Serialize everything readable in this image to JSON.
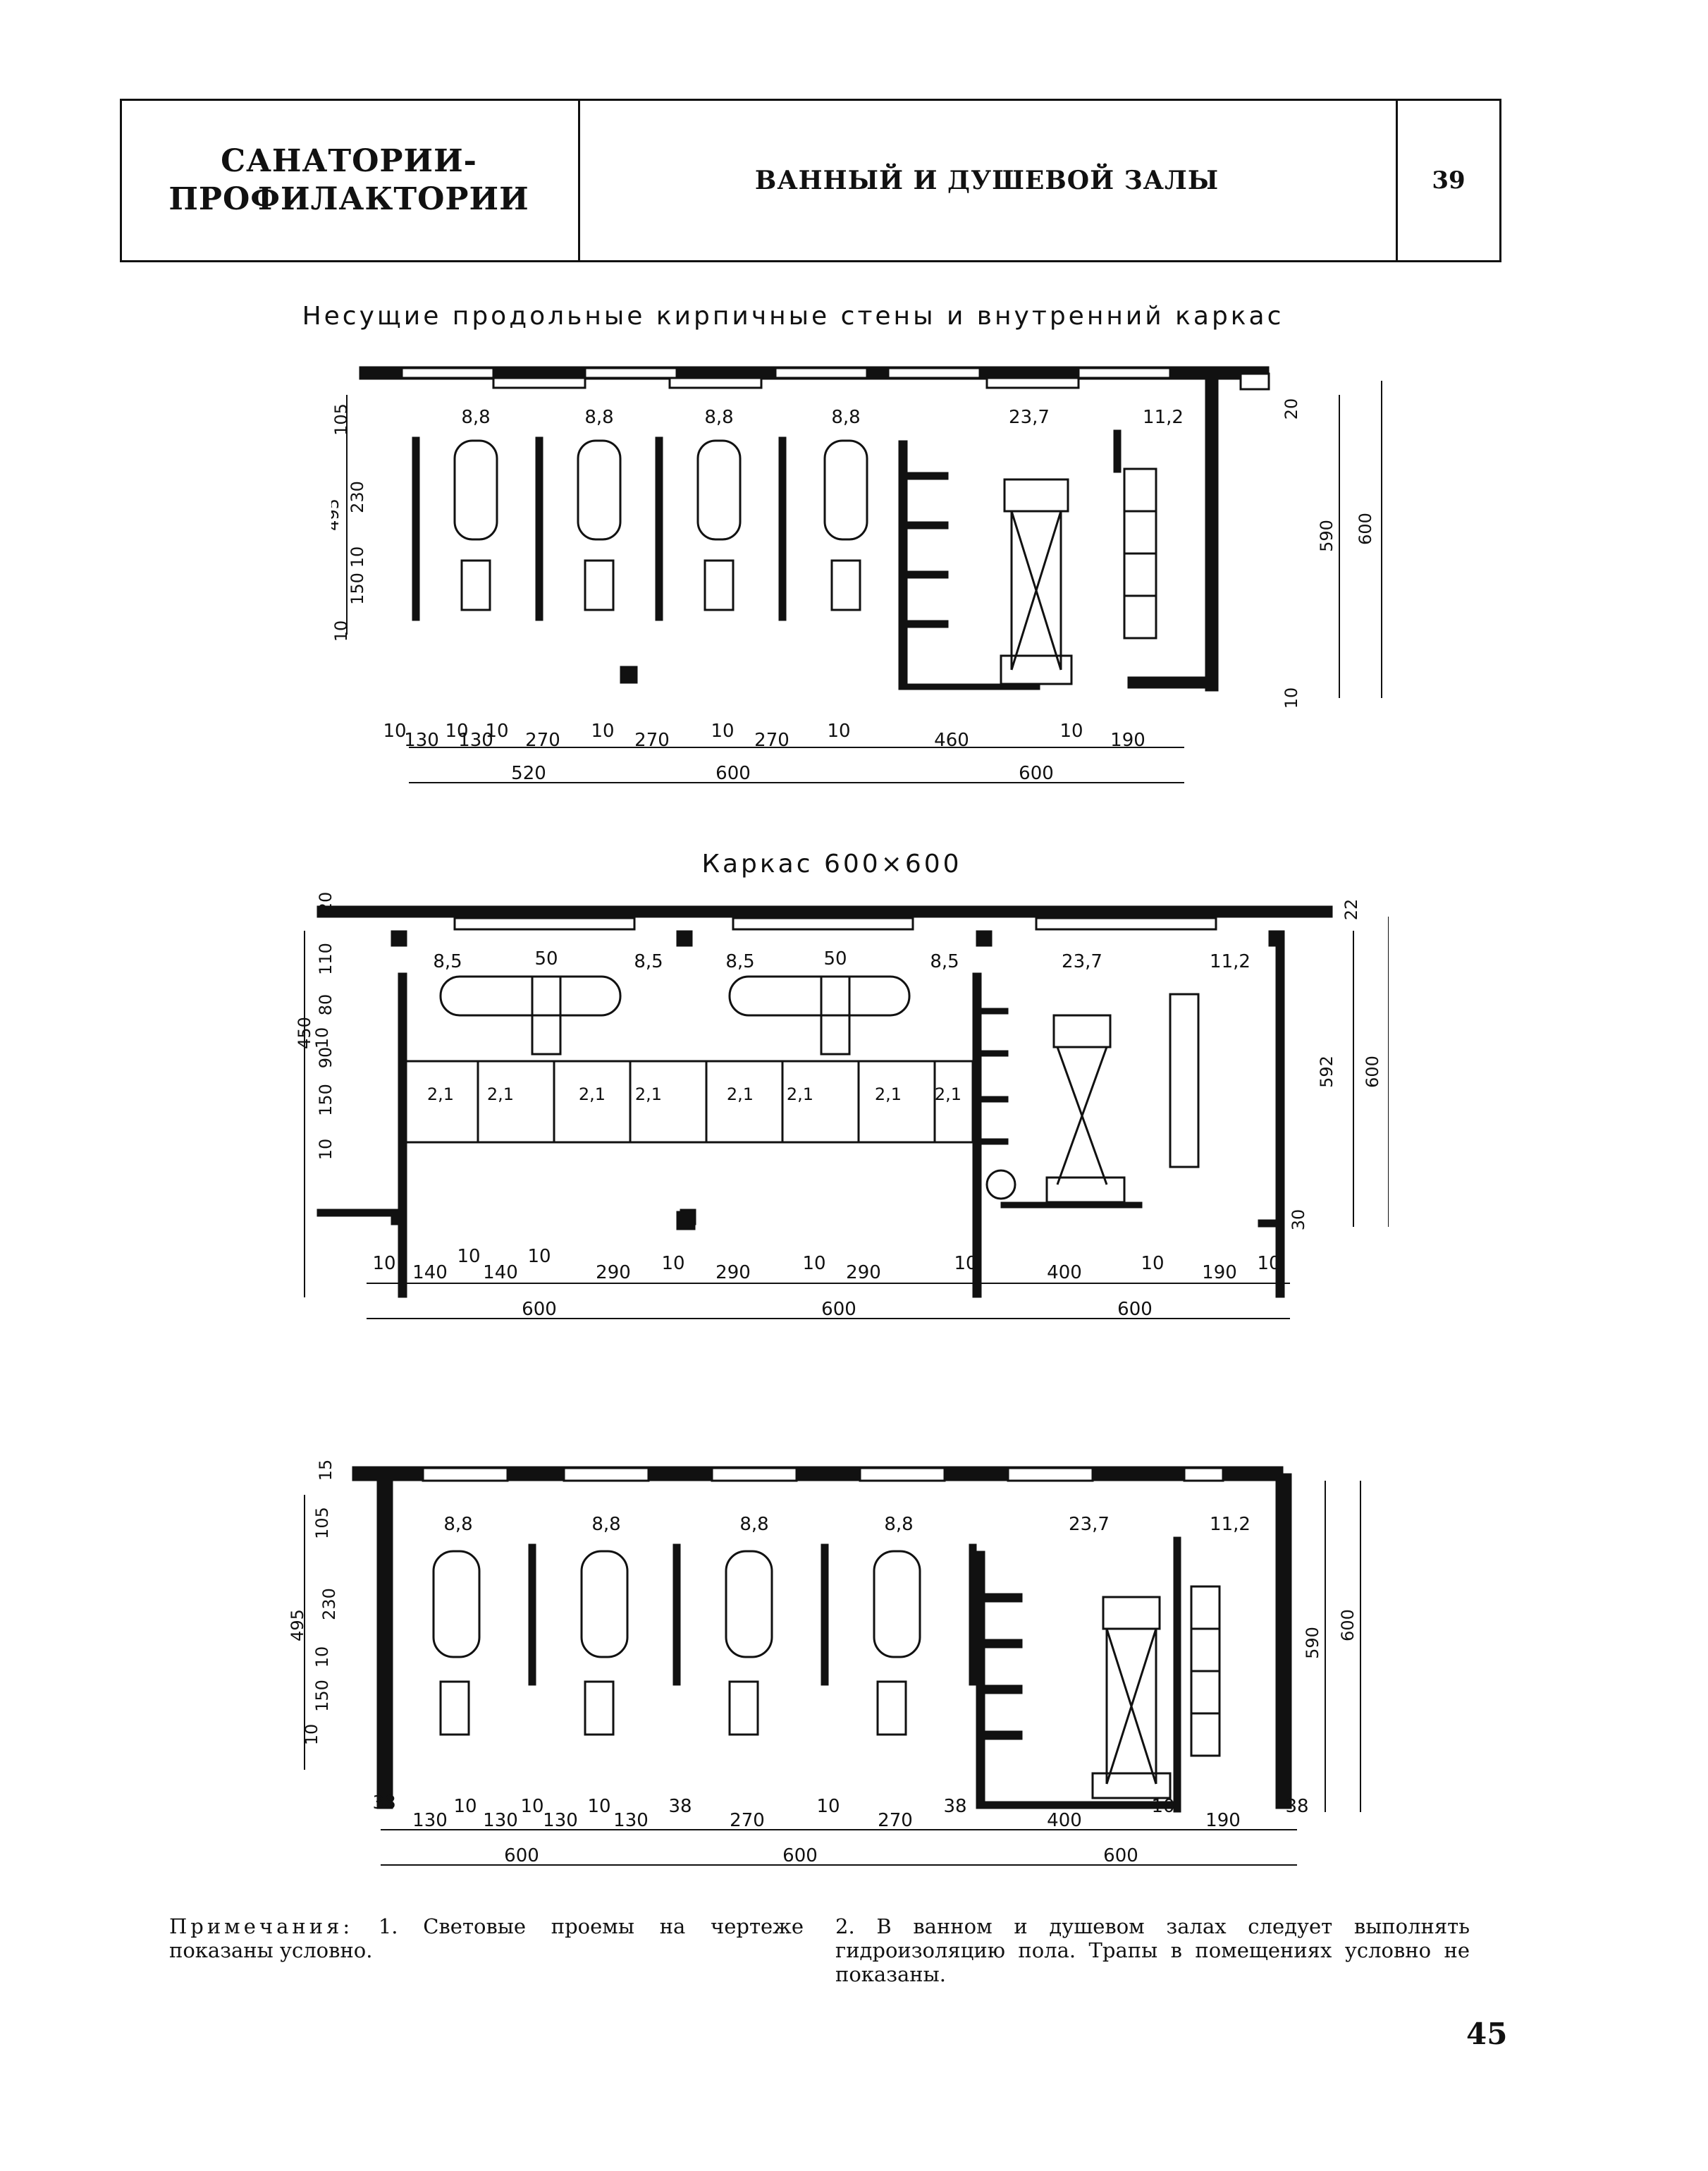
{
  "header": {
    "section": "САНАТОРИИ-\nПРОФИЛАКТОРИИ",
    "topic": "ВАННЫЙ И ДУШЕВОЙ ЗАЛЫ",
    "sheet_number": "39"
  },
  "plan1": {
    "title": "Несущие продольные кирпичные стены и внутренний каркас",
    "room_areas": [
      "8,8",
      "8,8",
      "8,8",
      "8,8",
      "23,7",
      "11,2"
    ],
    "left_dims": [
      "105",
      "230",
      "495",
      "10",
      "150",
      "10"
    ],
    "right_dims": [
      "20",
      "590",
      "600",
      "10"
    ],
    "bottom_dims_row1": [
      "10",
      "130",
      "10",
      "130",
      "10",
      "270",
      "10",
      "270",
      "10",
      "270",
      "10",
      "460",
      "10",
      "190"
    ],
    "bottom_dims_row2": [
      "520",
      "600",
      "600"
    ]
  },
  "plan2": {
    "title": "Каркас 600×600",
    "room_areas": [
      "8,5",
      "50",
      "8,5",
      "8,5",
      "50",
      "8,5",
      "23,7",
      "11,2"
    ],
    "cabin_areas": [
      "2,1",
      "2,1",
      "2,1",
      "2,1",
      "2,1",
      "2,1",
      "2,1",
      "2,1"
    ],
    "left_dims": [
      "20",
      "110",
      "80",
      "450",
      "10",
      "90",
      "150",
      "10"
    ],
    "right_dims": [
      "22",
      "592",
      "600",
      "30"
    ],
    "bottom_dims_row1": [
      "10",
      "140",
      "10",
      "140",
      "10",
      "290",
      "10",
      "290",
      "10",
      "290",
      "10",
      "400",
      "10",
      "190",
      "10"
    ],
    "bottom_dims_row2": [
      "600",
      "600",
      "600"
    ]
  },
  "plan3": {
    "room_areas": [
      "8,8",
      "8,8",
      "8,8",
      "8,8",
      "23,7",
      "11,2"
    ],
    "left_dims": [
      "15",
      "105",
      "230",
      "495",
      "10",
      "150",
      "10"
    ],
    "right_dims": [
      "590",
      "600"
    ],
    "bottom_dims_row1": [
      "38",
      "130",
      "10",
      "130",
      "10",
      "130",
      "10",
      "130",
      "38",
      "270",
      "10",
      "270",
      "38",
      "400",
      "10",
      "190",
      "38"
    ],
    "bottom_dims_row2": [
      "600",
      "600",
      "600"
    ]
  },
  "notes": {
    "label": "Примечания:",
    "note1": "1. Световые проемы на чертеже показаны условно.",
    "note2": "2. В ванном и душевом залах следует выполнять гидроизоляцию пола. Трапы в помещениях условно не показаны."
  },
  "page_number": "45"
}
